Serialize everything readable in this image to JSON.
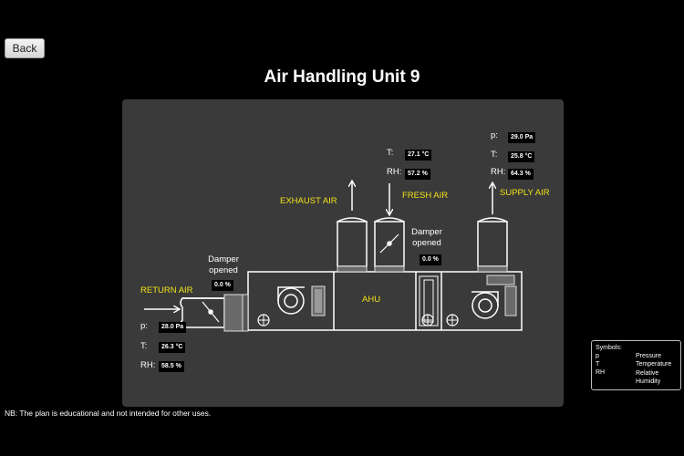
{
  "nav": {
    "back_label": "Back"
  },
  "title": "Air Handling Unit 9",
  "diagram": {
    "ahu_label": "AHU",
    "return_air": {
      "label": "RETURN AIR",
      "p_label": "p:",
      "p_value": "28.0 Pa",
      "t_label": "T:",
      "t_value": "26.3 °C",
      "rh_label": "RH:",
      "rh_value": "58.5 %"
    },
    "return_damper": {
      "label": "Damper opened",
      "value": "0.0 %"
    },
    "exhaust_air": {
      "label": "EXHAUST AIR"
    },
    "fresh_air": {
      "label": "FRESH AIR",
      "t_label": "T:",
      "t_value": "27.1 °C",
      "rh_label": "RH:",
      "rh_value": "57.2 %"
    },
    "fresh_damper": {
      "label": "Damper opened",
      "value": "0.0 %"
    },
    "supply_air": {
      "label": "SUPPLY AIR",
      "p_label": "p:",
      "p_value": "29.0 Pa",
      "t_label": "T:",
      "t_value": "25.8 °C",
      "rh_label": "RH:",
      "rh_value": "64.3 %"
    }
  },
  "legend": {
    "heading": "Symbols:",
    "items": [
      {
        "key": "p",
        "desc": "Pressure"
      },
      {
        "key": "T",
        "desc": "Temperature"
      },
      {
        "key": "RH",
        "desc": "Relative Humidity"
      }
    ]
  },
  "note": "NB: The plan is educational and not intended for other uses."
}
